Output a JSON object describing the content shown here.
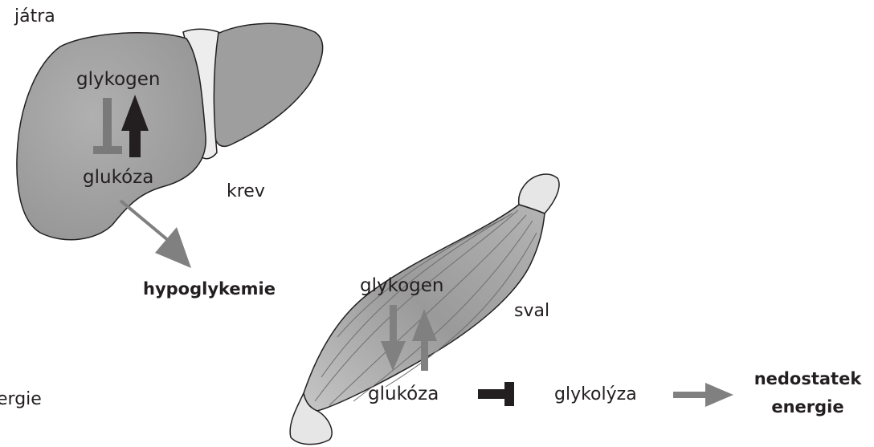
{
  "labels": {
    "liver_title": "játra",
    "liver_glycogen": "glykogen",
    "liver_glucose": "glukóza",
    "blood": "krev",
    "hypoglycemia": "hypoglykemie",
    "muscle_glycogen": "glykogen",
    "muscle": "sval",
    "muscle_glucose": "glukóza",
    "glycolysis": "glykolýza",
    "energy_deficit_line1": "nedostatek",
    "energy_deficit_line2": "energie",
    "left_edge_partial": "ergie"
  },
  "colors": {
    "liver_fill": "#a5a5a5",
    "liver_lobe_fill": "#9e9e9e",
    "ligament_fill": "#ededed",
    "muscle_fill": "#a8a8a8",
    "tendon_fill": "#e6e6e6",
    "outline": "#231f20",
    "arrow_dark": "#231f20",
    "arrow_gray": "#808080",
    "inhibit_gray": "#7a7a7a"
  }
}
